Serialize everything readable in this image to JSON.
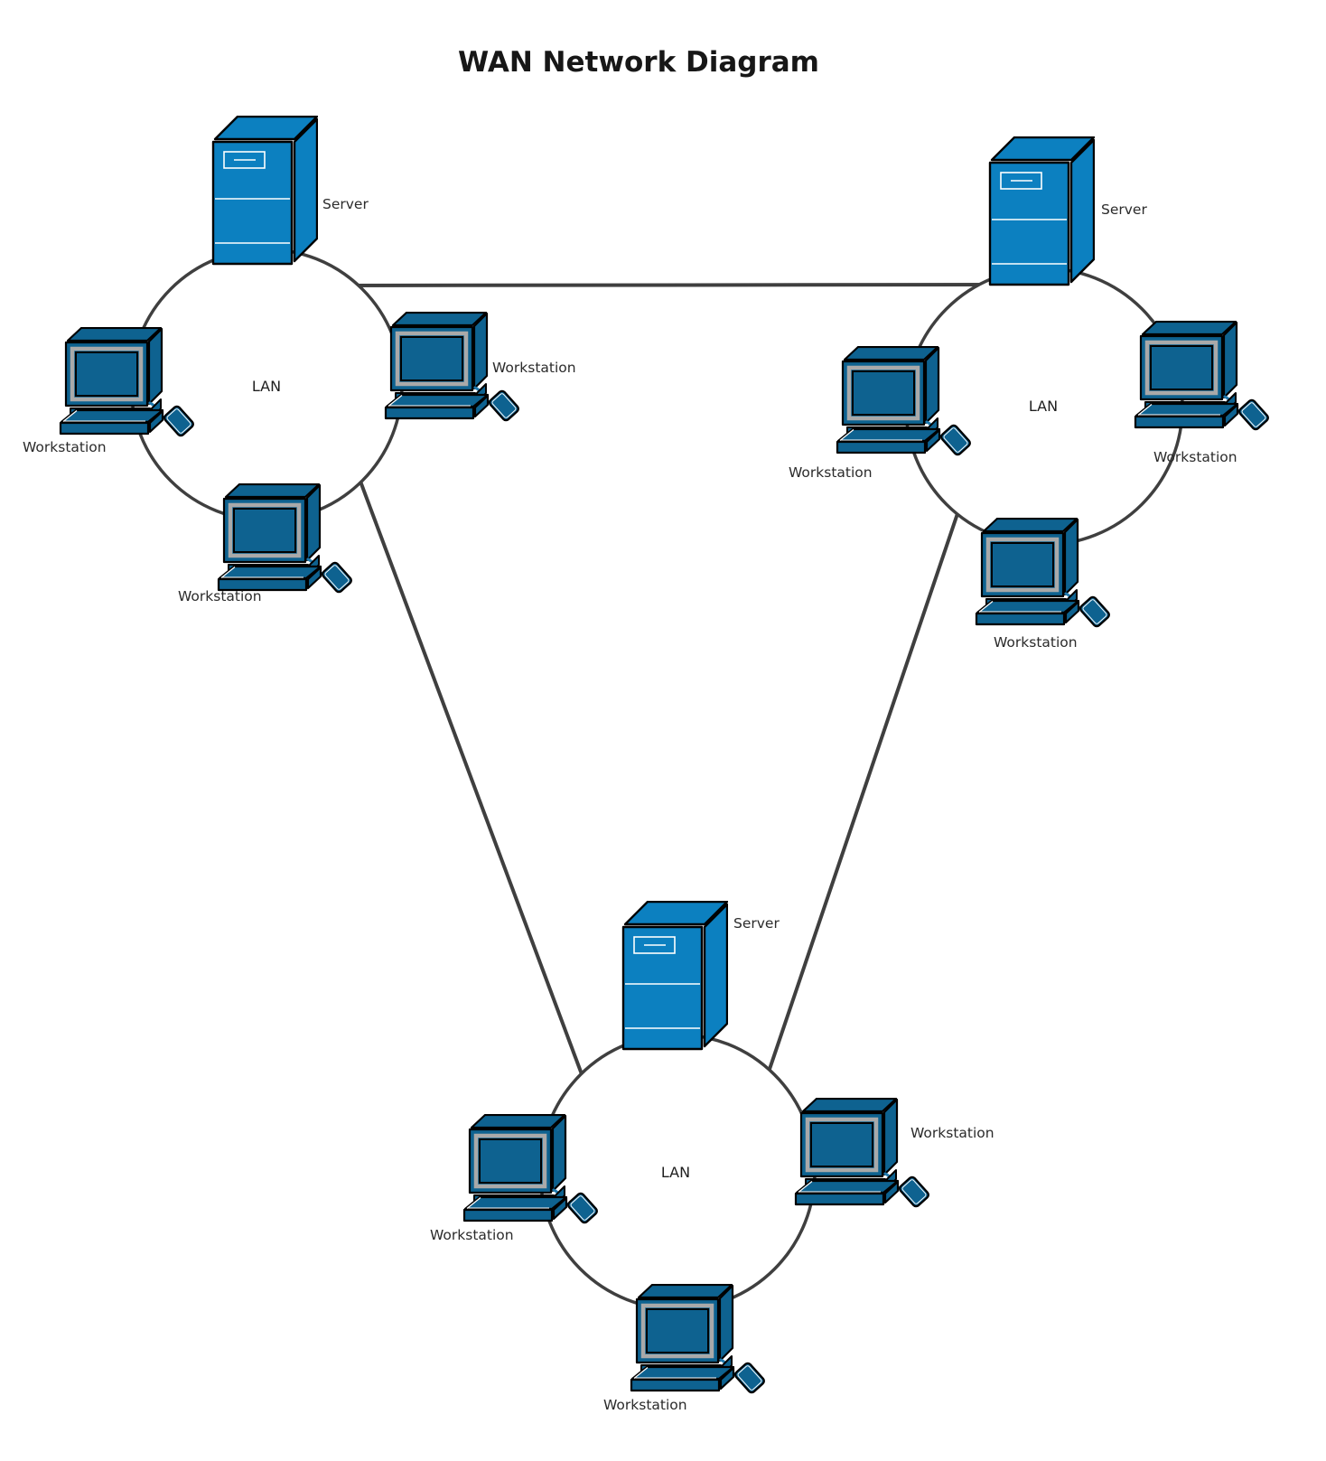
{
  "title": "WAN Network Diagram",
  "lans": [
    {
      "name": "lan-top-left",
      "label": "LAN",
      "nodes": [
        {
          "type": "server",
          "label": "Server"
        },
        {
          "type": "workstation",
          "label": "Workstation"
        },
        {
          "type": "workstation",
          "label": "Workstation"
        },
        {
          "type": "workstation",
          "label": "Workstation"
        }
      ]
    },
    {
      "name": "lan-top-right",
      "label": "LAN",
      "nodes": [
        {
          "type": "server",
          "label": "Server"
        },
        {
          "type": "workstation",
          "label": "Workstation"
        },
        {
          "type": "workstation",
          "label": "Workstation"
        },
        {
          "type": "workstation",
          "label": "Workstation"
        }
      ]
    },
    {
      "name": "lan-bottom",
      "label": "LAN",
      "nodes": [
        {
          "type": "server",
          "label": "Server"
        },
        {
          "type": "workstation",
          "label": "Workstation"
        },
        {
          "type": "workstation",
          "label": "Workstation"
        },
        {
          "type": "workstation",
          "label": "Workstation"
        }
      ]
    }
  ],
  "connections": [
    {
      "from": "lan-top-left",
      "to": "lan-top-right"
    },
    {
      "from": "lan-top-left",
      "to": "lan-bottom"
    },
    {
      "from": "lan-top-right",
      "to": "lan-bottom"
    }
  ],
  "colors": {
    "server_fill": "#0c80c0",
    "workstation_fill": "#0e6290",
    "cable": "#1f78ad",
    "line": "#3f3f3f",
    "label_text": "#2b2b2b"
  }
}
